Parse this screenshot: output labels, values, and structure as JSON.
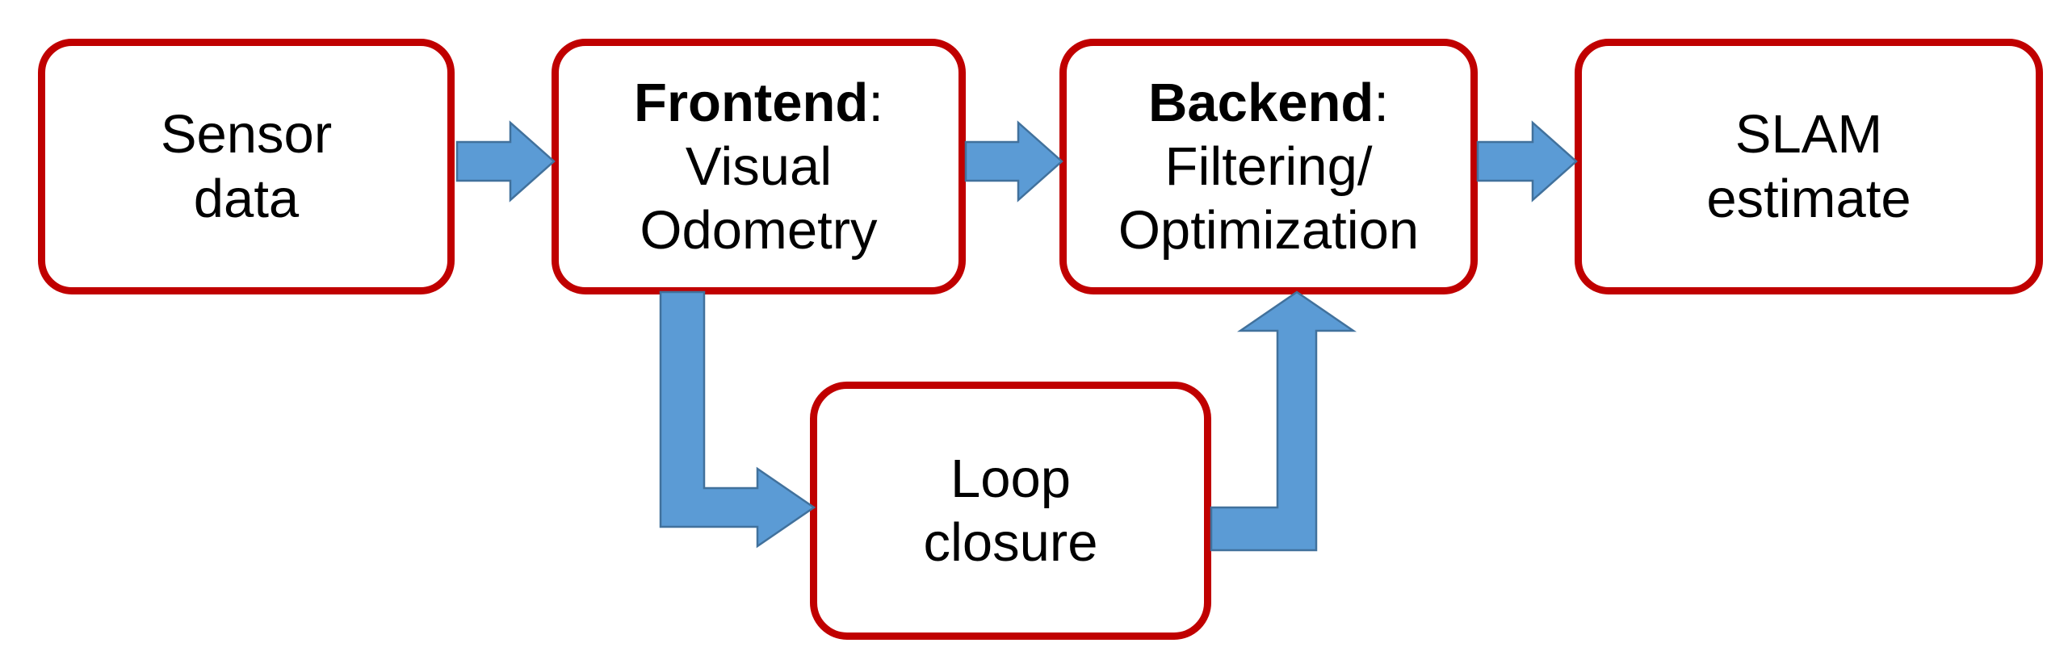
{
  "diagram": {
    "title": "SLAM pipeline block diagram",
    "colors": {
      "node_border": "#C00000",
      "node_fill": "#FFFFFF",
      "arrow_fill": "#5B9BD5",
      "arrow_stroke": "#41719C",
      "text": "#000000",
      "background": "#FFFFFF"
    },
    "nodes": [
      {
        "id": "sensor-data",
        "lines": [
          {
            "text": "Sensor",
            "bold": false
          },
          {
            "text": "data",
            "bold": false
          }
        ]
      },
      {
        "id": "frontend",
        "lines": [
          {
            "text": "Frontend",
            "bold": true,
            "suffix": ":"
          },
          {
            "text": "Visual",
            "bold": false
          },
          {
            "text": "Odometry",
            "bold": false
          }
        ]
      },
      {
        "id": "backend",
        "lines": [
          {
            "text": "Backend",
            "bold": true,
            "suffix": ":"
          },
          {
            "text": "Filtering/",
            "bold": false
          },
          {
            "text": "Optimization",
            "bold": false
          }
        ]
      },
      {
        "id": "slam-estimate",
        "lines": [
          {
            "text": "SLAM",
            "bold": false
          },
          {
            "text": "estimate",
            "bold": false
          }
        ]
      },
      {
        "id": "loop-closure",
        "lines": [
          {
            "text": "Loop",
            "bold": false
          },
          {
            "text": "closure",
            "bold": false
          }
        ]
      }
    ],
    "edges": [
      {
        "id": "sensor-to-frontend",
        "from": "sensor-data",
        "to": "frontend",
        "style": "straight-right"
      },
      {
        "id": "frontend-to-backend",
        "from": "frontend",
        "to": "backend",
        "style": "straight-right"
      },
      {
        "id": "backend-to-slam",
        "from": "backend",
        "to": "slam-estimate",
        "style": "straight-right"
      },
      {
        "id": "frontend-to-loop",
        "from": "frontend",
        "to": "loop-closure",
        "style": "elbow-down-right"
      },
      {
        "id": "loop-to-backend",
        "from": "loop-closure",
        "to": "backend",
        "style": "elbow-right-up"
      }
    ],
    "labels": {
      "sensor_data_l1": "Sensor",
      "sensor_data_l2": "data",
      "frontend_l1_bold": "Frontend",
      "frontend_l1_colon": ":",
      "frontend_l2": "Visual",
      "frontend_l3": "Odometry",
      "backend_l1_bold": "Backend",
      "backend_l1_colon": ":",
      "backend_l2": "Filtering/",
      "backend_l3": "Optimization",
      "slam_l1": "SLAM",
      "slam_l2": "estimate",
      "loop_l1": "Loop",
      "loop_l2": "closure"
    }
  }
}
